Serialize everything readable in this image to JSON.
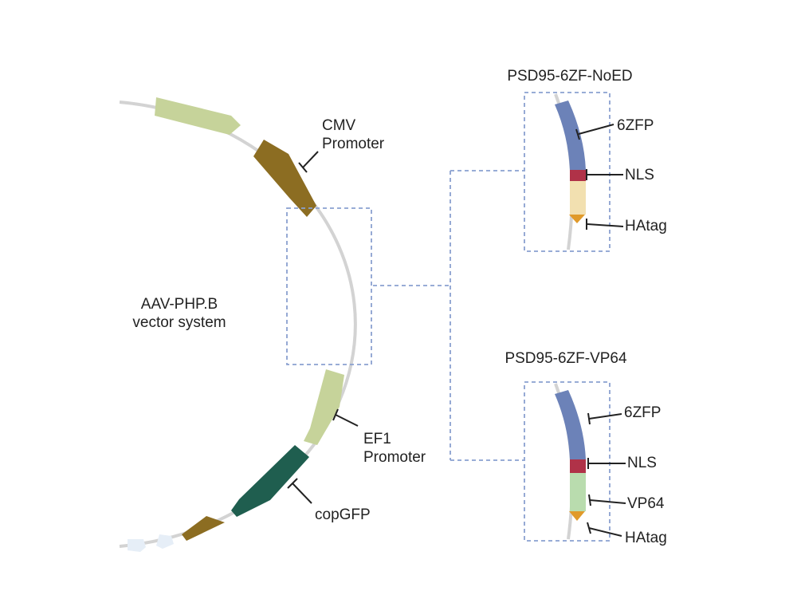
{
  "vector": {
    "title_line1": "AAV-PHP.B",
    "title_line2": "vector system"
  },
  "elements": {
    "cmv_line1": "CMV",
    "cmv_line2": "Promoter",
    "ef1_line1": "EF1",
    "ef1_line2": "Promoter",
    "copgfp": "copGFP"
  },
  "construct_top": {
    "title": "PSD95-6ZF-NoED",
    "labels": [
      "6ZFP",
      "NLS",
      "HAtag"
    ]
  },
  "construct_bottom": {
    "title": "PSD95-6ZF-VP64",
    "labels": [
      "6ZFP",
      "NLS",
      "VP64",
      "HAtag"
    ]
  },
  "colors": {
    "backbone": "#d3d3d3",
    "light_green": "#c6d39a",
    "brown": "#8c6d22",
    "dark_green": "#1f5e4f",
    "pale_blue": "#e6eef7",
    "zfp_blue": "#6c82b8",
    "nls_red": "#b03248",
    "cream": "#f2e0b0",
    "vp64_green": "#b9dcae",
    "hatag_orange": "#e09a2a",
    "dash_blue": "#8aa0d0"
  }
}
